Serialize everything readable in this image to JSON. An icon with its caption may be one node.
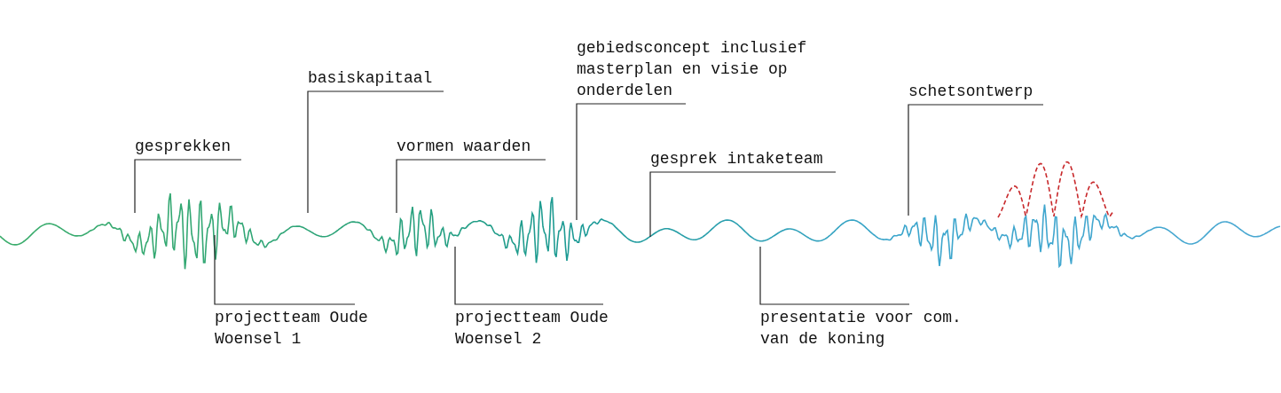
{
  "diagram": {
    "nodes": [
      {
        "text": [
          "gesprekken"
        ]
      },
      {
        "text": [
          "basiskapitaal"
        ]
      },
      {
        "text": [
          "vormen waarden"
        ]
      },
      {
        "text": [
          "gebiedsconcept inclusief masterplan en visie op onderdelen"
        ]
      },
      {
        "text": [
          "gesprek intaketeam"
        ]
      },
      {
        "text": [
          "schetsontwerp"
        ]
      },
      {
        "text": [
          "projectteam Oude Woensel 1"
        ]
      },
      {
        "text": [
          "projectteam Oude Woensel 2"
        ]
      },
      {
        "text": [
          "presentatie voor com. van de koning"
        ]
      }
    ],
    "edges": [
      {
        "from": 0,
        "to": null,
        "arrow": "none"
      },
      {
        "from": 1,
        "to": null,
        "arrow": "none"
      },
      {
        "from": 2,
        "to": null,
        "arrow": "none"
      },
      {
        "from": 3,
        "to": null,
        "arrow": "none"
      },
      {
        "from": 4,
        "to": null,
        "arrow": "none"
      },
      {
        "from": 5,
        "to": null,
        "arrow": "none"
      },
      {
        "from": 6,
        "to": null,
        "arrow": "none"
      },
      {
        "from": 7,
        "to": null,
        "arrow": "none"
      },
      {
        "from": 8,
        "to": null,
        "arrow": "none"
      }
    ]
  }
}
